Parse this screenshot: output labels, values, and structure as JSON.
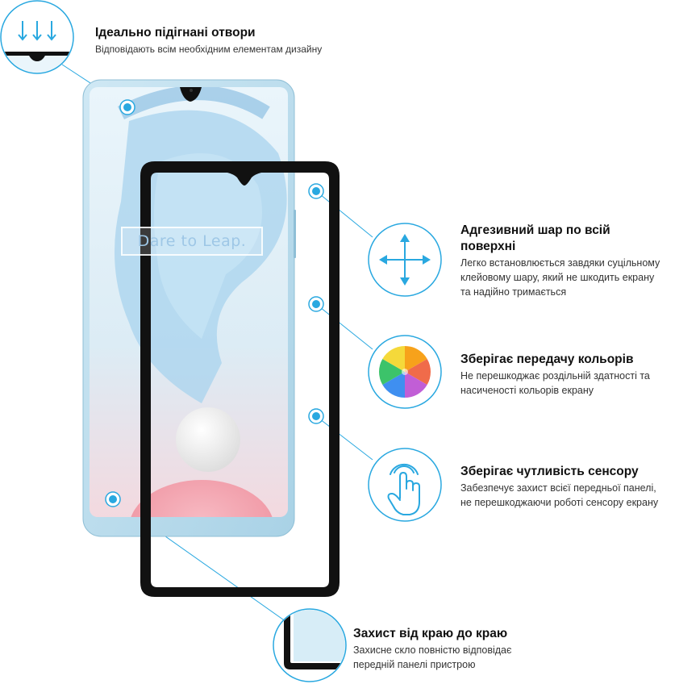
{
  "features": [
    {
      "title": "Ідеально підігнані отвори",
      "desc": [
        "Відповідають всім необхідним елементам дизайну"
      ],
      "icon": "notch-cutout-icon"
    },
    {
      "title": "Адгезивний шар по всій поверхні",
      "desc": [
        "Легко встановлюється завдяки суцільному",
        "клейовому шару, який не шкодить екрану",
        "та надійно тримається"
      ],
      "icon": "move-arrows-icon"
    },
    {
      "title": "Зберігає передачу кольорів",
      "desc": [
        "Не перешкоджає роздільній здатності та",
        "насиченості кольорів екрану"
      ],
      "icon": "color-wheel-icon"
    },
    {
      "title": "Зберігає чутливість сенсору",
      "desc": [
        "Забезпечує захист всієї передньої панелі,",
        "не перешкоджаючи роботі сенсору екрану"
      ],
      "icon": "touch-hand-icon"
    },
    {
      "title": "Захист від краю до краю",
      "desc": [
        "Захисне скло повністю відповідає",
        "передній панелі пристрою"
      ],
      "icon": "edge-corner-icon"
    }
  ],
  "phone": {
    "screen_slogan": "Dare to Leap."
  },
  "colors": {
    "accent": "#29a8e0",
    "glass_frame": "#111111",
    "phone_body": "#b9dced"
  }
}
